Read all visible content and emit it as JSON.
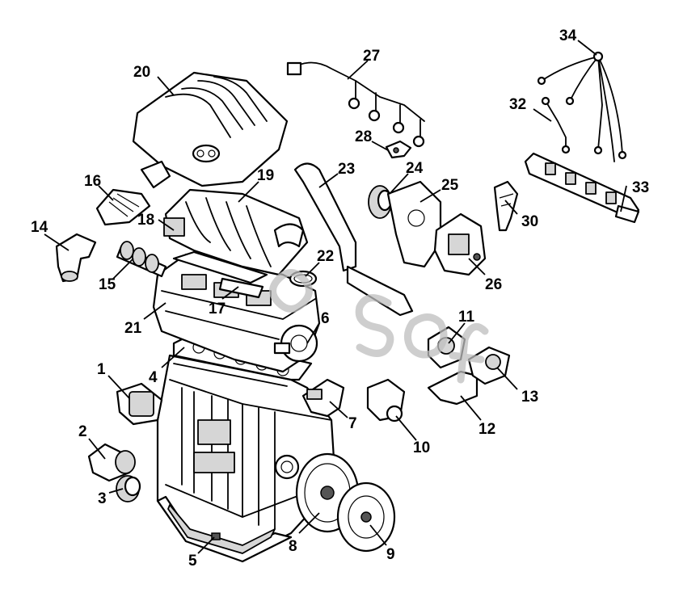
{
  "callouts": [
    {
      "id": "1",
      "label": "1"
    },
    {
      "id": "2",
      "label": "2"
    },
    {
      "id": "3",
      "label": "3"
    },
    {
      "id": "4",
      "label": "4"
    },
    {
      "id": "5",
      "label": "5"
    },
    {
      "id": "6",
      "label": "6"
    },
    {
      "id": "7",
      "label": "7"
    },
    {
      "id": "8",
      "label": "8"
    },
    {
      "id": "9",
      "label": "9"
    },
    {
      "id": "10",
      "label": "10"
    },
    {
      "id": "11",
      "label": "11"
    },
    {
      "id": "12",
      "label": "12"
    },
    {
      "id": "13",
      "label": "13"
    },
    {
      "id": "14",
      "label": "14"
    },
    {
      "id": "15",
      "label": "15"
    },
    {
      "id": "16",
      "label": "16"
    },
    {
      "id": "17",
      "label": "17"
    },
    {
      "id": "18",
      "label": "18"
    },
    {
      "id": "19",
      "label": "19"
    },
    {
      "id": "20",
      "label": "20"
    },
    {
      "id": "21",
      "label": "21"
    },
    {
      "id": "22",
      "label": "22"
    },
    {
      "id": "23",
      "label": "23"
    },
    {
      "id": "24",
      "label": "24"
    },
    {
      "id": "25",
      "label": "25"
    },
    {
      "id": "26",
      "label": "26"
    },
    {
      "id": "27",
      "label": "27"
    },
    {
      "id": "28",
      "label": "28"
    },
    {
      "id": "30",
      "label": "30"
    },
    {
      "id": "32",
      "label": "32"
    },
    {
      "id": "33",
      "label": "33"
    },
    {
      "id": "34",
      "label": "34"
    }
  ],
  "watermark": "osoft",
  "colors": {
    "ink": "#000000",
    "background": "#ffffff",
    "watermark": "#bdbdbd"
  }
}
